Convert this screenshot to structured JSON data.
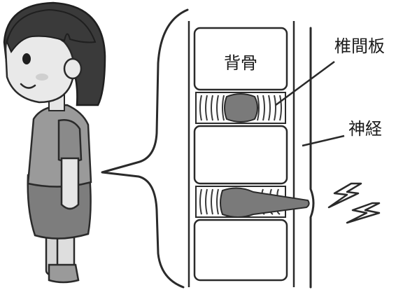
{
  "labels": {
    "vertebra": "背骨",
    "disc": "椎間板",
    "nerve": "神経"
  },
  "icons": {
    "pain": "lightning-bolt-icon",
    "person": "girl-figure-icon"
  },
  "colors": {
    "outline": "#2a2a2a",
    "bone_fill": "#ffffff",
    "disc_core": "#7a7a7a",
    "girl_dress": "#8c8c8c",
    "girl_hair": "#3a3a3a",
    "girl_skin": "#e9e9e9"
  }
}
